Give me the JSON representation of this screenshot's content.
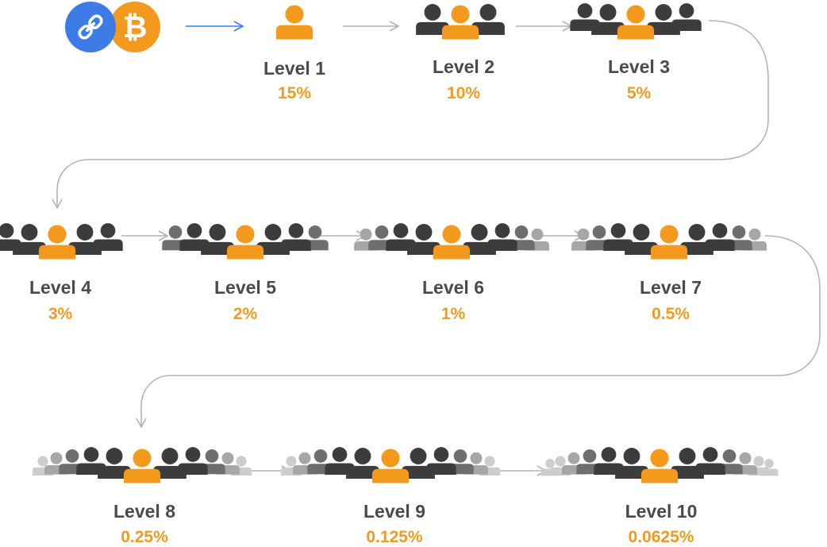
{
  "colors": {
    "accent": "#f39a1e",
    "person_dark": "#3c3c3c",
    "person_mid": "#6e6e6e",
    "person_light": "#a6a6a6",
    "person_faint": "#cdcdcd",
    "arrow_gray": "#b4b4b4",
    "arrow_blue": "#3d7ce6",
    "link_blue": "#3d7ce6",
    "bitcoin_orange": "#f39a1e",
    "label": "#4a4a4a"
  },
  "icons": {
    "link_logo": "chain-link-icon",
    "bitcoin_logo": "bitcoin-icon",
    "bitcoin_glyph": "₿",
    "level_group": "people-group-icon"
  },
  "levels": [
    {
      "label": "Level 1",
      "percent": "15%"
    },
    {
      "label": "Level 2",
      "percent": "10%"
    },
    {
      "label": "Level 3",
      "percent": "5%"
    },
    {
      "label": "Level 4",
      "percent": "3%"
    },
    {
      "label": "Level 5",
      "percent": "2%"
    },
    {
      "label": "Level 6",
      "percent": "1%"
    },
    {
      "label": "Level 7",
      "percent": "0.5%"
    },
    {
      "label": "Level 8",
      "percent": "0.25%"
    },
    {
      "label": "Level 9",
      "percent": "0.125%"
    },
    {
      "label": "Level 10",
      "percent": "0.0625%"
    }
  ]
}
